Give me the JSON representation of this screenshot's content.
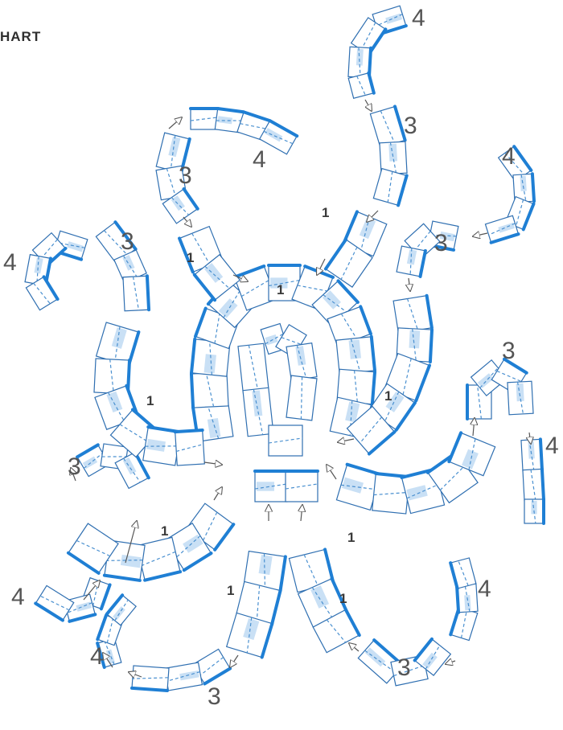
{
  "page": {
    "title": "HART"
  },
  "colors": {
    "outline": "#2f6fb1",
    "accent": "#1f7fd4",
    "shade": "#c9e0f5",
    "label": "#555555"
  },
  "labels": {
    "step1": "1",
    "step3": "3",
    "step4": "4"
  }
}
